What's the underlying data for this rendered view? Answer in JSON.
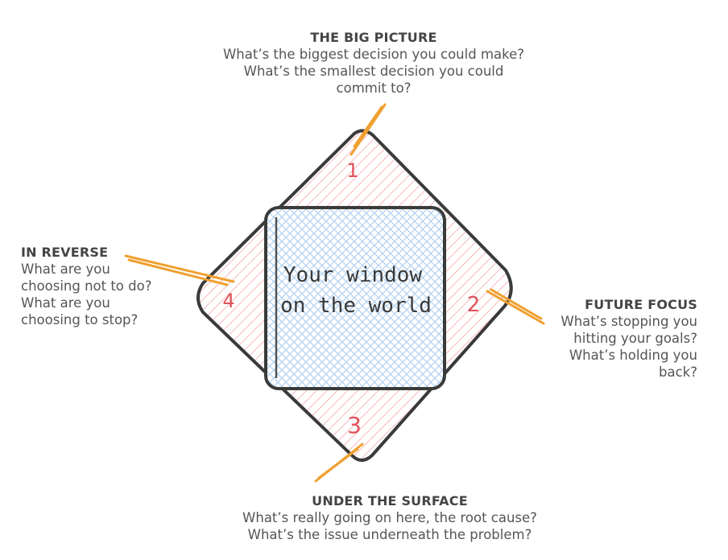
{
  "sections": {
    "top": {
      "title": "THE BIG PICTURE",
      "lines": [
        "What’s the biggest decision you could make?",
        "What’s the smallest decision you could",
        "commit to?"
      ]
    },
    "right": {
      "title": "FUTURE FOCUS",
      "lines": [
        "What’s stopping you",
        "hitting your goals?",
        "What’s holding you",
        "back?"
      ]
    },
    "bottom": {
      "title": "UNDER THE SURFACE",
      "lines": [
        "What’s really going on here, the root cause?",
        "What’s the issue underneath the problem?"
      ]
    },
    "left": {
      "title": "IN REVERSE",
      "lines": [
        "What are you",
        "choosing not to do?",
        "What are you",
        "choosing to stop?"
      ]
    }
  },
  "numbers": {
    "top": "1",
    "right": "2",
    "bottom": "3",
    "left": "4"
  },
  "center": {
    "line1": "Your window",
    "line2": "on the world"
  },
  "colors": {
    "outline": "#3a3a3a",
    "pink_hatch": "#f2a7ab",
    "blue_hatch": "#a9cdf2",
    "number": "#e0525a",
    "leader": "#f0a030"
  }
}
